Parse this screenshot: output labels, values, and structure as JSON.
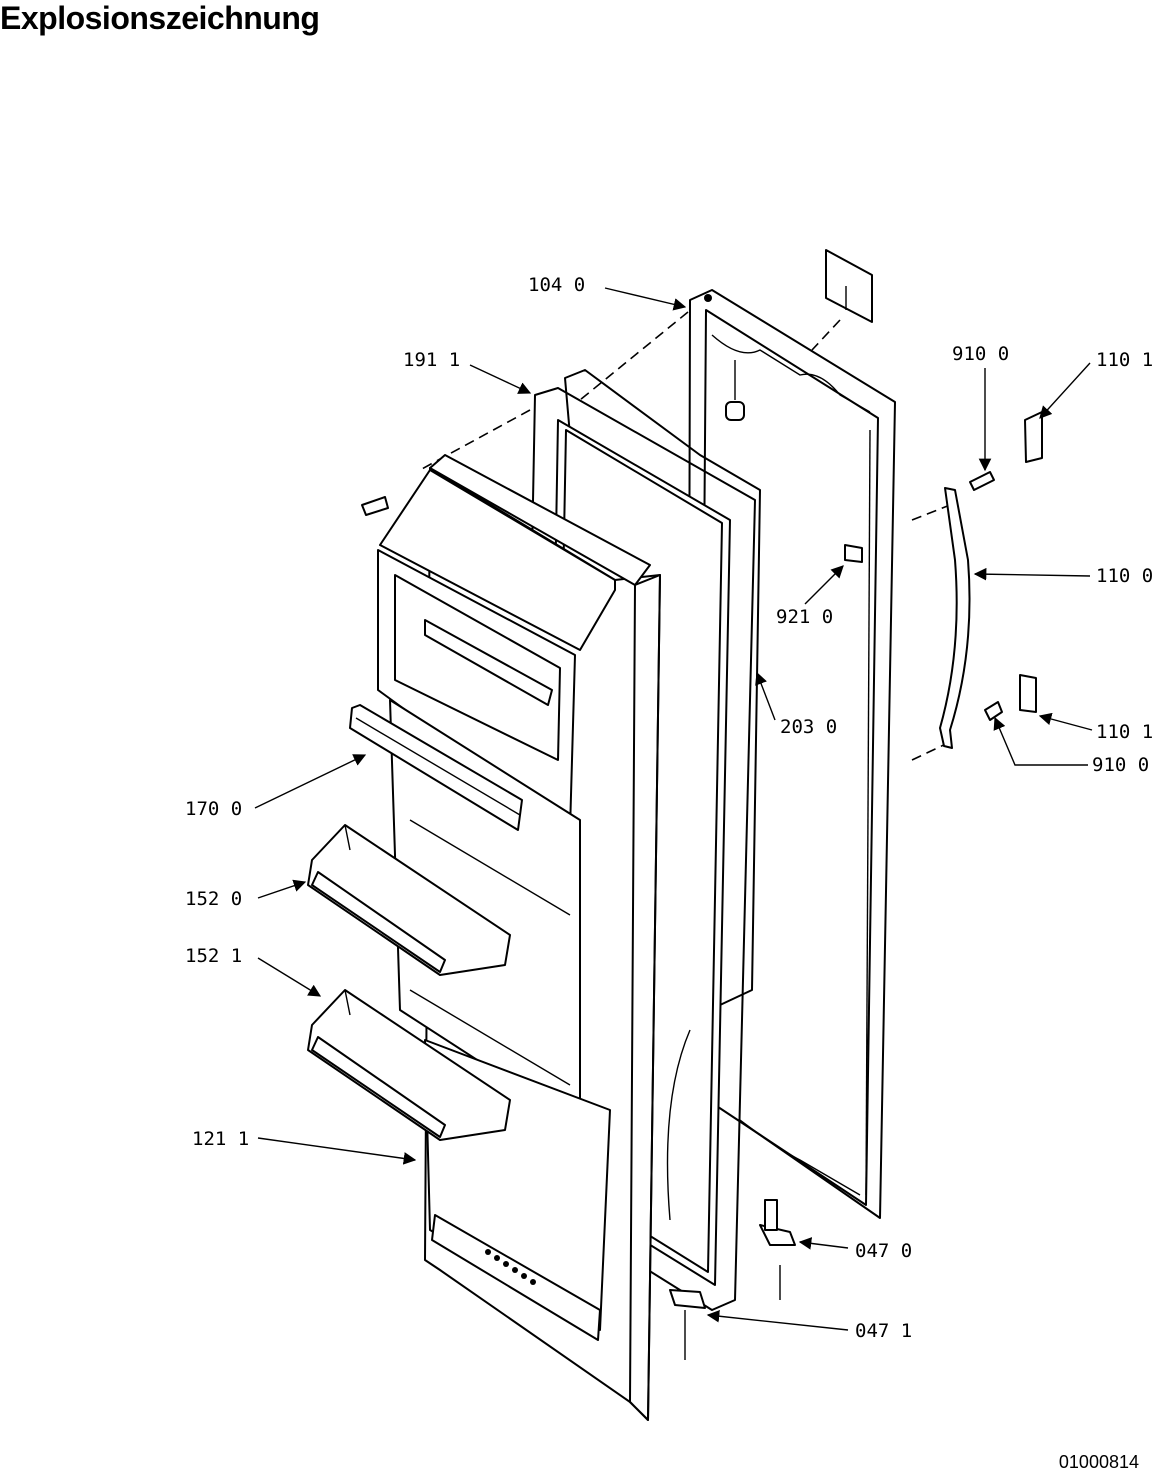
{
  "title": "Explosionszeichnung",
  "drawing_number": "01000814",
  "callouts": {
    "c1040": "104 0",
    "c1911": "191 1",
    "c9100a": "910 0",
    "c1101a": "110 1",
    "c1100": "110 0",
    "c9210": "921 0",
    "c2030": "203 0",
    "c1101b": "110 1",
    "c9100b": "910 0",
    "c1700": "170 0",
    "c1520": "152 0",
    "c1521": "152 1",
    "c1211": "121 1",
    "c0470": "047 0",
    "c0471": "047 1"
  }
}
